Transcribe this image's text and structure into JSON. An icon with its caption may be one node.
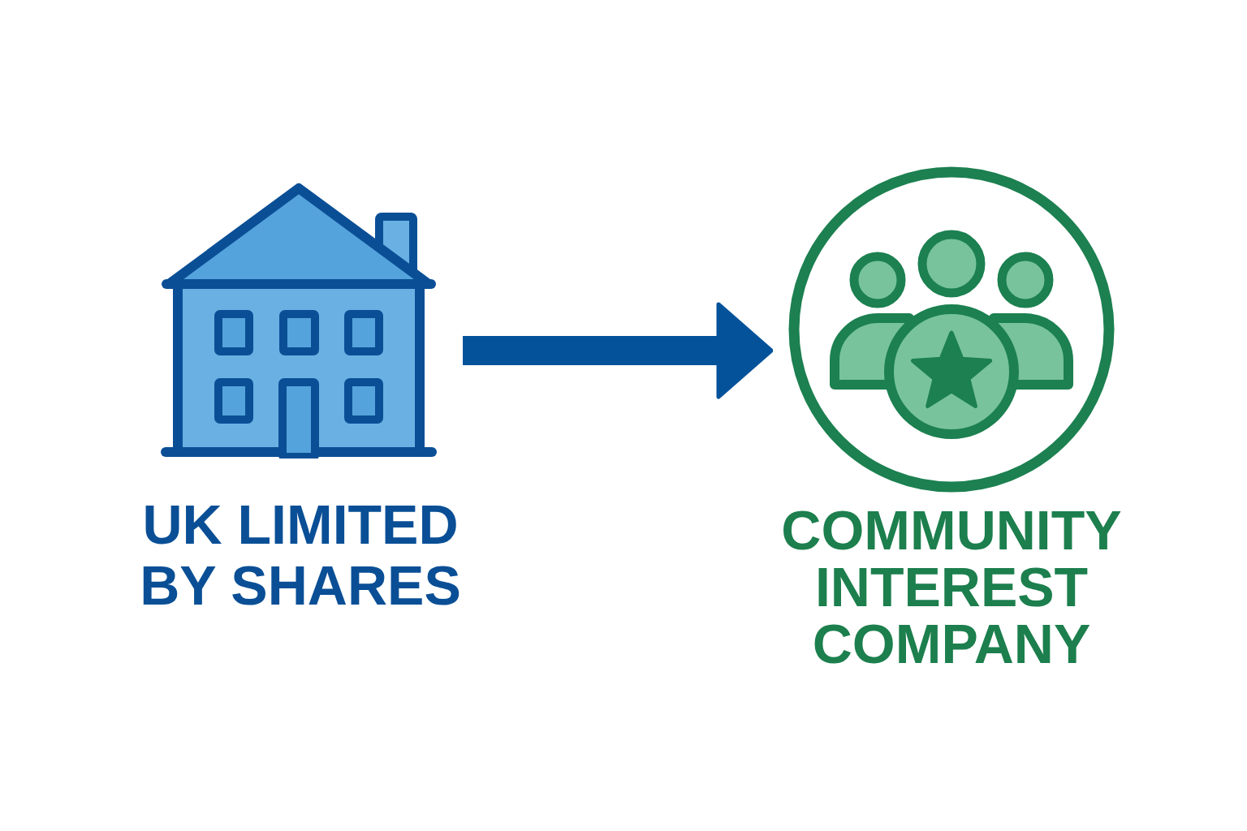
{
  "diagram": {
    "nodes": [
      {
        "text": [
          "UK LIMITED BY SHARES"
        ]
      },
      {
        "text": [
          "COMMUNITY INTEREST COMPANY"
        ]
      }
    ],
    "edges": [
      {
        "from": 0,
        "to": 1,
        "arrow": "to"
      }
    ]
  }
}
